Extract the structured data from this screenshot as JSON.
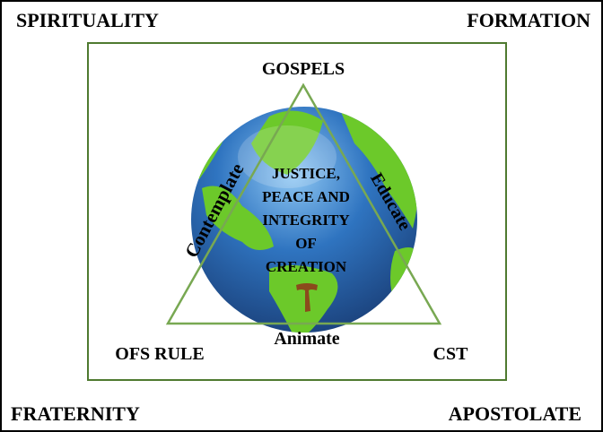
{
  "corners": {
    "top_left": "SPIRITUALITY",
    "top_right": "FORMATION",
    "bottom_left": "FRATERNITY",
    "bottom_right": "APOSTOLATE"
  },
  "triangle": {
    "top": "GOSPELS",
    "bottom_left": "OFS RULE",
    "bottom_right": "CST",
    "left_side": "Contemplate",
    "right_side": "Educate",
    "bottom_side": "Animate"
  },
  "center": {
    "lines": [
      "JUSTICE,",
      "PEACE AND",
      "INTEGRITY",
      "OF",
      "CREATION"
    ]
  },
  "symbol": "T",
  "colors": {
    "frame": "#4f7a30",
    "triangle": "#78a852",
    "ocean": "#1f5fa8",
    "land": "#6cc92a",
    "tau": "#8b4a1c"
  }
}
